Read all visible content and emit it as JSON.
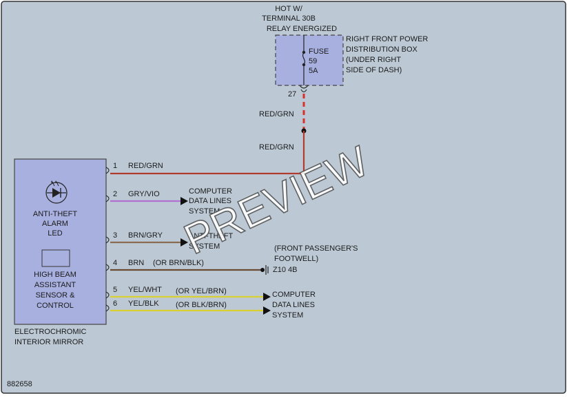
{
  "colors": {
    "background": "#bcc9d4",
    "component_fill": "#a8b0e0",
    "wire_red_grn": "#b33a2e",
    "wire_red_dash": "#d9302a",
    "wire_gry_vio": "#b070d0",
    "wire_brn_gry": "#8a6a50",
    "wire_brn": "#6a4a30",
    "wire_yel": "#d8d030"
  },
  "power": {
    "source_lines": [
      "HOT W/",
      "TERMINAL 30B",
      "RELAY ENERGIZED"
    ],
    "box_lines": [
      "RIGHT FRONT POWER",
      "DISTRIBUTION BOX",
      "(UNDER RIGHT",
      "SIDE OF DASH)"
    ],
    "fuse_label": "FUSE",
    "fuse_number": "59",
    "fuse_amps": "5A",
    "connector_pin": "27"
  },
  "wire_labels": {
    "upper": "RED/GRN",
    "lower": "RED/GRN"
  },
  "mirror": {
    "led_lines": [
      "ANTI-THEFT",
      "ALARM",
      "LED"
    ],
    "sensor_lines": [
      "HIGH BEAM",
      "ASSISTANT",
      "SENSOR &",
      "CONTROL"
    ],
    "name_lines": [
      "ELECTROCHROMIC",
      "INTERIOR MIRROR"
    ],
    "led_icon": "led-diode-icon"
  },
  "circuits": [
    {
      "pin": "1",
      "color_code": "RED/GRN",
      "alt": ""
    },
    {
      "pin": "2",
      "color_code": "GRY/VIO",
      "alt": ""
    },
    {
      "pin": "3",
      "color_code": "BRN/GRY",
      "alt": ""
    },
    {
      "pin": "4",
      "color_code": "BRN",
      "alt": "(OR BRN/BLK)"
    },
    {
      "pin": "5",
      "color_code": "YEL/WHT",
      "alt": "(OR YEL/BRN)"
    },
    {
      "pin": "6",
      "color_code": "YEL/BLK",
      "alt": "(OR BLK/BRN)"
    }
  ],
  "destinations": {
    "computer_data_upper": [
      "COMPUTER",
      "DATA LINES",
      "SYSTEM"
    ],
    "anti_theft": [
      "ANTI-THEFT",
      "SYSTEM"
    ],
    "ground_location": [
      "(FRONT PASSENGER'S",
      "FOOTWELL)"
    ],
    "ground_id": "Z10 4B",
    "computer_data_lower": [
      "COMPUTER",
      "DATA LINES",
      "SYSTEM"
    ]
  },
  "figure_id": "882658",
  "watermark": "PREVIEW"
}
